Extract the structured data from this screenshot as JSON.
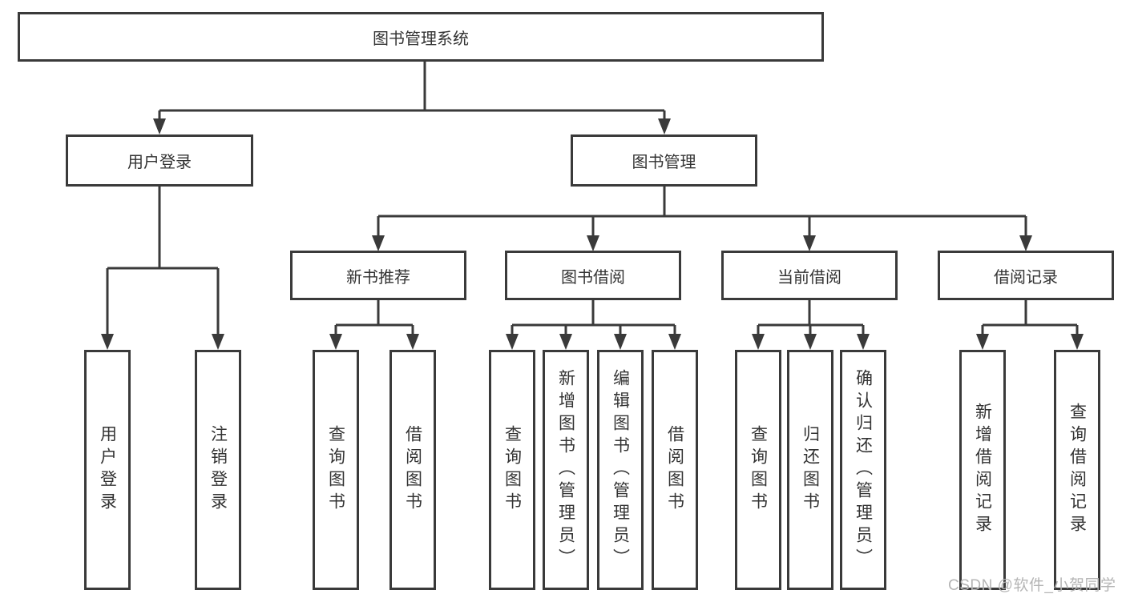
{
  "diagram_title": "图书管理系统",
  "tree": {
    "root": {
      "label": "图书管理系统"
    },
    "level1": [
      {
        "label": "用户登录"
      },
      {
        "label": "图书管理"
      }
    ],
    "level2": [
      {
        "label": "新书推荐",
        "parent": "图书管理"
      },
      {
        "label": "图书借阅",
        "parent": "图书管理"
      },
      {
        "label": "当前借阅",
        "parent": "图书管理"
      },
      {
        "label": "借阅记录",
        "parent": "图书管理"
      }
    ],
    "leaves": [
      {
        "label": "用户登录",
        "parent": "用户登录"
      },
      {
        "label": "注销登录",
        "parent": "用户登录"
      },
      {
        "label": "查询图书",
        "parent": "新书推荐"
      },
      {
        "label": "借阅图书",
        "parent": "新书推荐"
      },
      {
        "label": "查询图书",
        "parent": "图书借阅"
      },
      {
        "label": "新增图书（管理员）",
        "parent": "图书借阅"
      },
      {
        "label": "编辑图书（管理员）",
        "parent": "图书借阅"
      },
      {
        "label": "借阅图书",
        "parent": "图书借阅"
      },
      {
        "label": "查询图书",
        "parent": "当前借阅"
      },
      {
        "label": "归还图书",
        "parent": "当前借阅"
      },
      {
        "label": "确认归还（管理员）",
        "parent": "当前借阅"
      },
      {
        "label": "新增借阅记录",
        "parent": "借阅记录"
      },
      {
        "label": "查询借阅记录",
        "parent": "借阅记录"
      }
    ]
  },
  "watermark": {
    "text": "CSDN @软件_小贺同学"
  },
  "colors": {
    "line": "#3a3a3a",
    "text": "#333333",
    "watermark": "#b5b5b5",
    "background": "#ffffff"
  }
}
